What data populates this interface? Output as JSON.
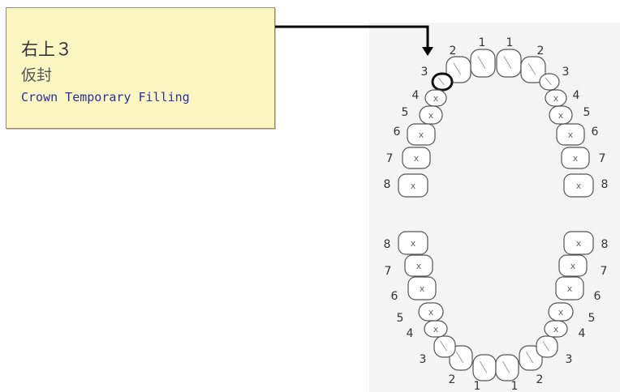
{
  "annotation": {
    "position_label": "右上３",
    "treatment_cn": "仮封",
    "treatment_en": "Crown Temporary Filling"
  },
  "highlight": {
    "arch": "upper",
    "side": "right",
    "tooth": "3",
    "color": "#111111"
  },
  "colors": {
    "note_bg": "#fbf6c2",
    "tooth_stroke": "#555555",
    "chart_bg": "#f4f4f4"
  },
  "upper_arch": {
    "right": [
      "1",
      "2",
      "3",
      "4",
      "5",
      "6",
      "7",
      "8"
    ],
    "left": [
      "1",
      "2",
      "3",
      "4",
      "5",
      "6",
      "7",
      "8"
    ]
  },
  "lower_arch": {
    "right": [
      "1",
      "2",
      "3",
      "4",
      "5",
      "6",
      "7",
      "8"
    ],
    "left": [
      "1",
      "2",
      "3",
      "4",
      "5",
      "6",
      "7",
      "8"
    ]
  }
}
